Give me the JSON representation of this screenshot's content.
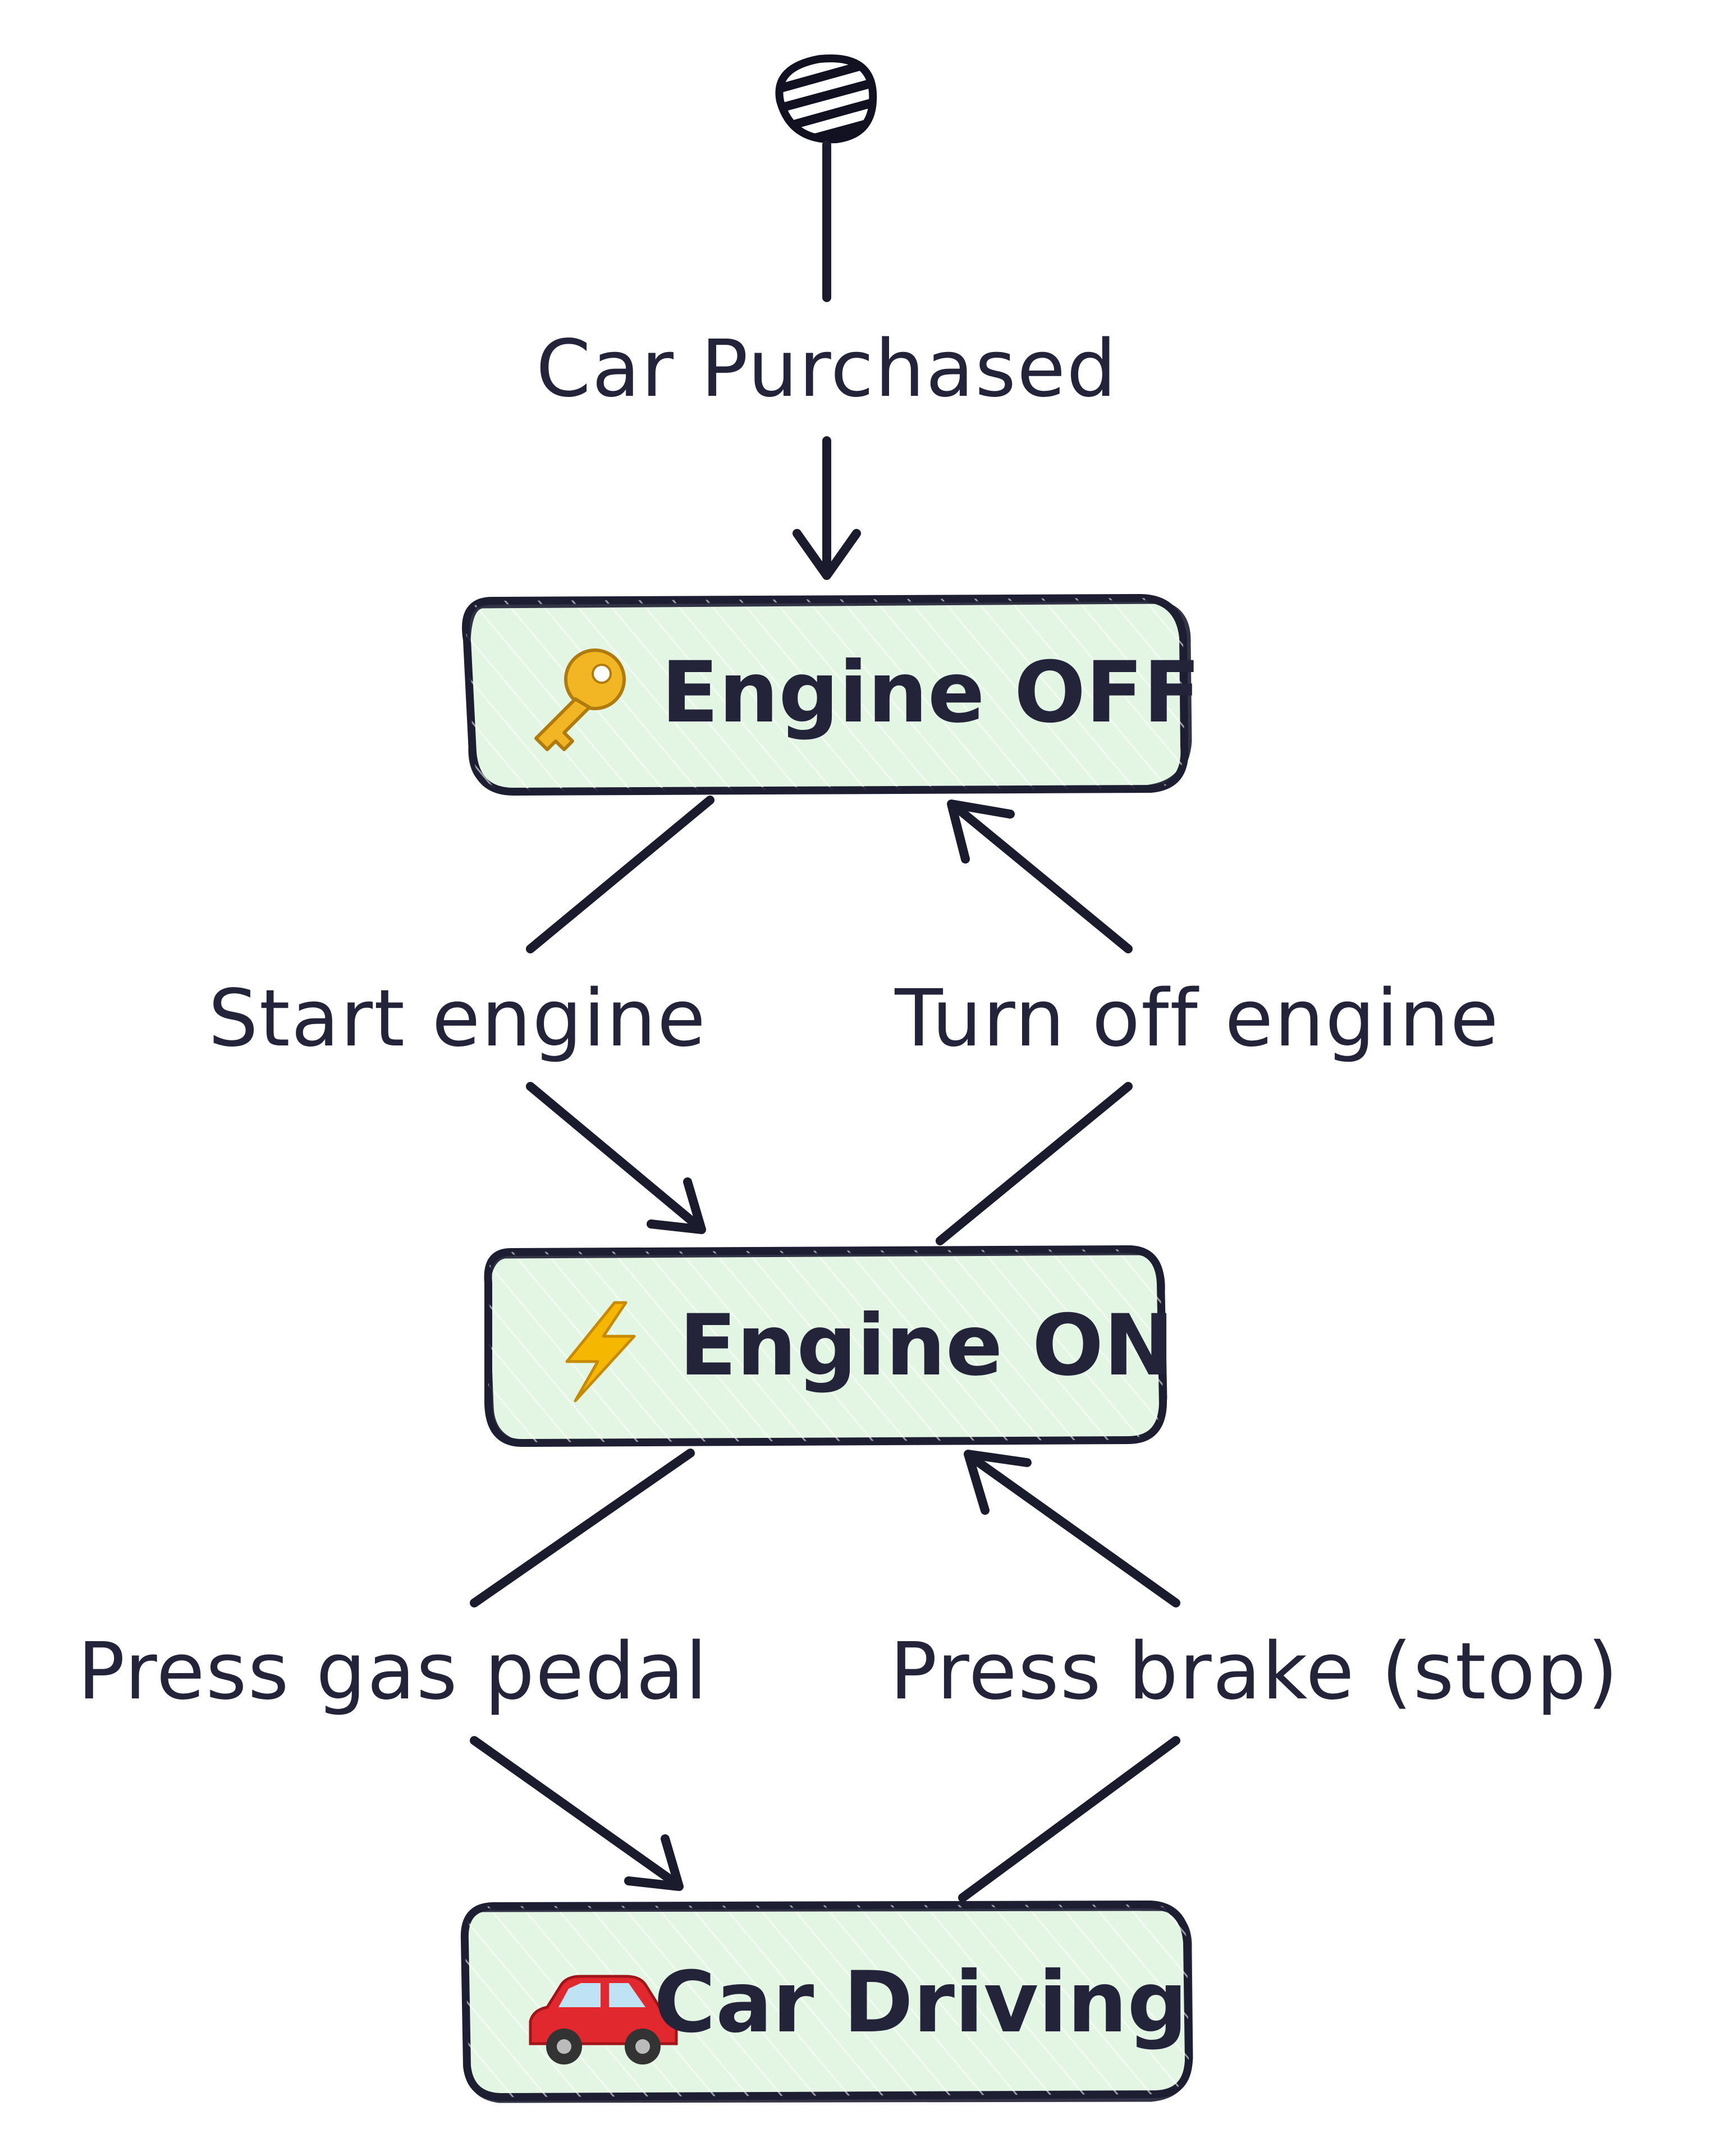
{
  "diagram": {
    "type": "state-machine",
    "start": {
      "icon": "start-state-icon"
    },
    "states": [
      {
        "id": "engine_off",
        "icon": "key-icon",
        "label": "Engine OFF"
      },
      {
        "id": "engine_on",
        "icon": "lightning-icon",
        "label": "Engine ON"
      },
      {
        "id": "car_driving",
        "icon": "car-icon",
        "label": "Car Driving"
      }
    ],
    "transitions": [
      {
        "from": "start",
        "to": "engine_off",
        "label": "Car Purchased"
      },
      {
        "from": "engine_off",
        "to": "engine_on",
        "label": "Start engine"
      },
      {
        "from": "engine_on",
        "to": "engine_off",
        "label": "Turn off engine"
      },
      {
        "from": "engine_on",
        "to": "car_driving",
        "label": "Press gas pedal"
      },
      {
        "from": "car_driving",
        "to": "engine_on",
        "label": "Press brake (stop)"
      }
    ],
    "colors": {
      "state_fill": "#e3f5e3",
      "stroke": "#1e1e33",
      "text": "#23233a"
    }
  }
}
